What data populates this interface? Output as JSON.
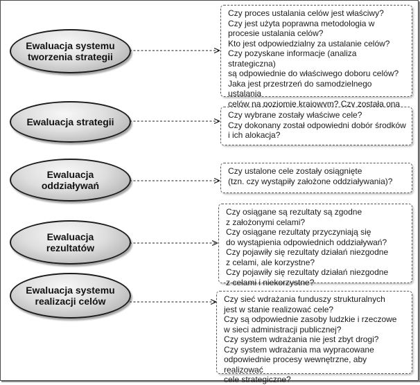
{
  "rows": [
    {
      "label": "Ewaluacja systemu\ntworzenia strategii",
      "questions": "Czy proces ustalania celów jest właściwy?\nCzy jest użyta poprawna metodologia w\nprocesie ustalania celów?\nKto jest odpowiedzialny za ustalanie celów?\nCzy pozyskane informacje (analiza strategiczna)\nsą odpowiednie do właściwego doboru celów?\nJaka jest przestrzeń do samodzielnego ustalania\ncelów na poziomie krajowym? Czy została ona\nwykorzystana?"
    },
    {
      "label": "Ewaluacja strategii",
      "questions": "Czy wybrane zostały właściwe cele?\nCzy dokonany został odpowiedni dobór środków\ni ich alokacja?"
    },
    {
      "label": "Ewaluacja\noddziaływań",
      "questions": "Czy ustalone cele zostały osiągnięte\n(tzn. czy wystąpiły założone oddziaływania)?"
    },
    {
      "label": "Ewaluacja\nrezultatów",
      "questions": "Czy osiągane są rezultaty są zgodne\nz założonymi celami?\nCzy osiągane rezultaty przyczyniają się\ndo wystąpienia odpowiednich oddziaływań?\nCzy pojawiły się rezultaty działań niezgodne\nz celami, ale korzystne?\nCzy pojawiły się rezultaty działań niezgodne\nz celami i niekorzystne?"
    },
    {
      "label": "Ewaluacja systemu\nrealizacji celów",
      "questions": "Czy sieć wdrażania funduszy strukturalnych\njest w stanie realizować cele?\nCzy są odpowiednie zasoby ludzkie i rzeczowe\nw sieci administracji publicznej?\nCzy system wdrażania nie jest zbyt drogi?\nCzy system wdrażania ma wypracowane\nodpowiednie procesy wewnętrzne, aby realizować\ncele strategiczne?"
    }
  ]
}
